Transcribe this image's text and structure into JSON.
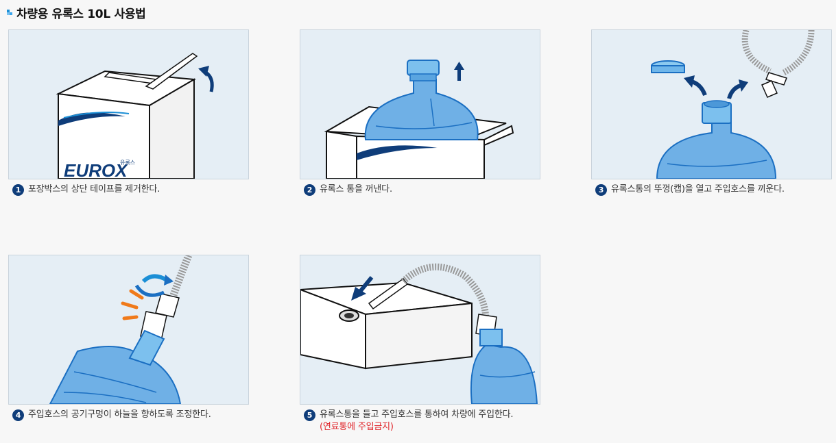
{
  "page": {
    "title": "차량용 유록스 10L 사용법"
  },
  "brand": {
    "logo_text": "EUROX",
    "logo_sub": "유록스"
  },
  "colors": {
    "accent": "#0f3d7a",
    "panel_bg": "#e5eef5",
    "warning": "#e0262b",
    "bottle": "#5fa3dd"
  },
  "steps": [
    {
      "num": "1",
      "text": "포장박스의 상단 테이프를 제거한다."
    },
    {
      "num": "2",
      "text": "유록스 통을 꺼낸다."
    },
    {
      "num": "3",
      "text": "유록스통의 뚜껑(캡)을 열고 주입호스를 끼운다."
    },
    {
      "num": "4",
      "text": "주입호스의 공기구멍이 하늘을 향하도록 조정한다."
    },
    {
      "num": "5",
      "text": "유록스통을 들고 주입호스를 통하여 차량에 주입한다.",
      "warning": "(연료통에 주입금지)"
    }
  ]
}
